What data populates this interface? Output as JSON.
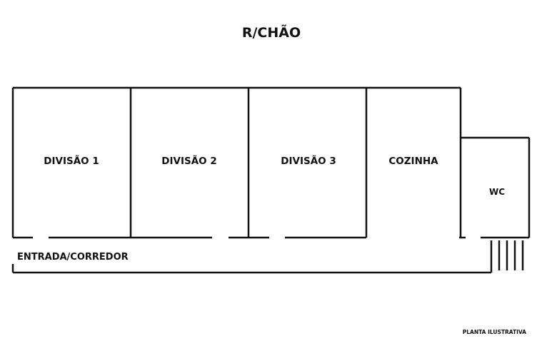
{
  "floor": {
    "title": "R/CHÃO"
  },
  "rooms": {
    "room1": "DIVISÃO 1",
    "room2": "DIVISÃO 2",
    "room3": "DIVISÃO 3",
    "kitchen": "COZINHA",
    "wc": "WC",
    "corridor": "ENTRADA/CORREDOR"
  },
  "footer": {
    "note": "PLANTA ILUSTRATIVA"
  },
  "colors": {
    "ink": "#111111",
    "background": "#ffffff"
  }
}
